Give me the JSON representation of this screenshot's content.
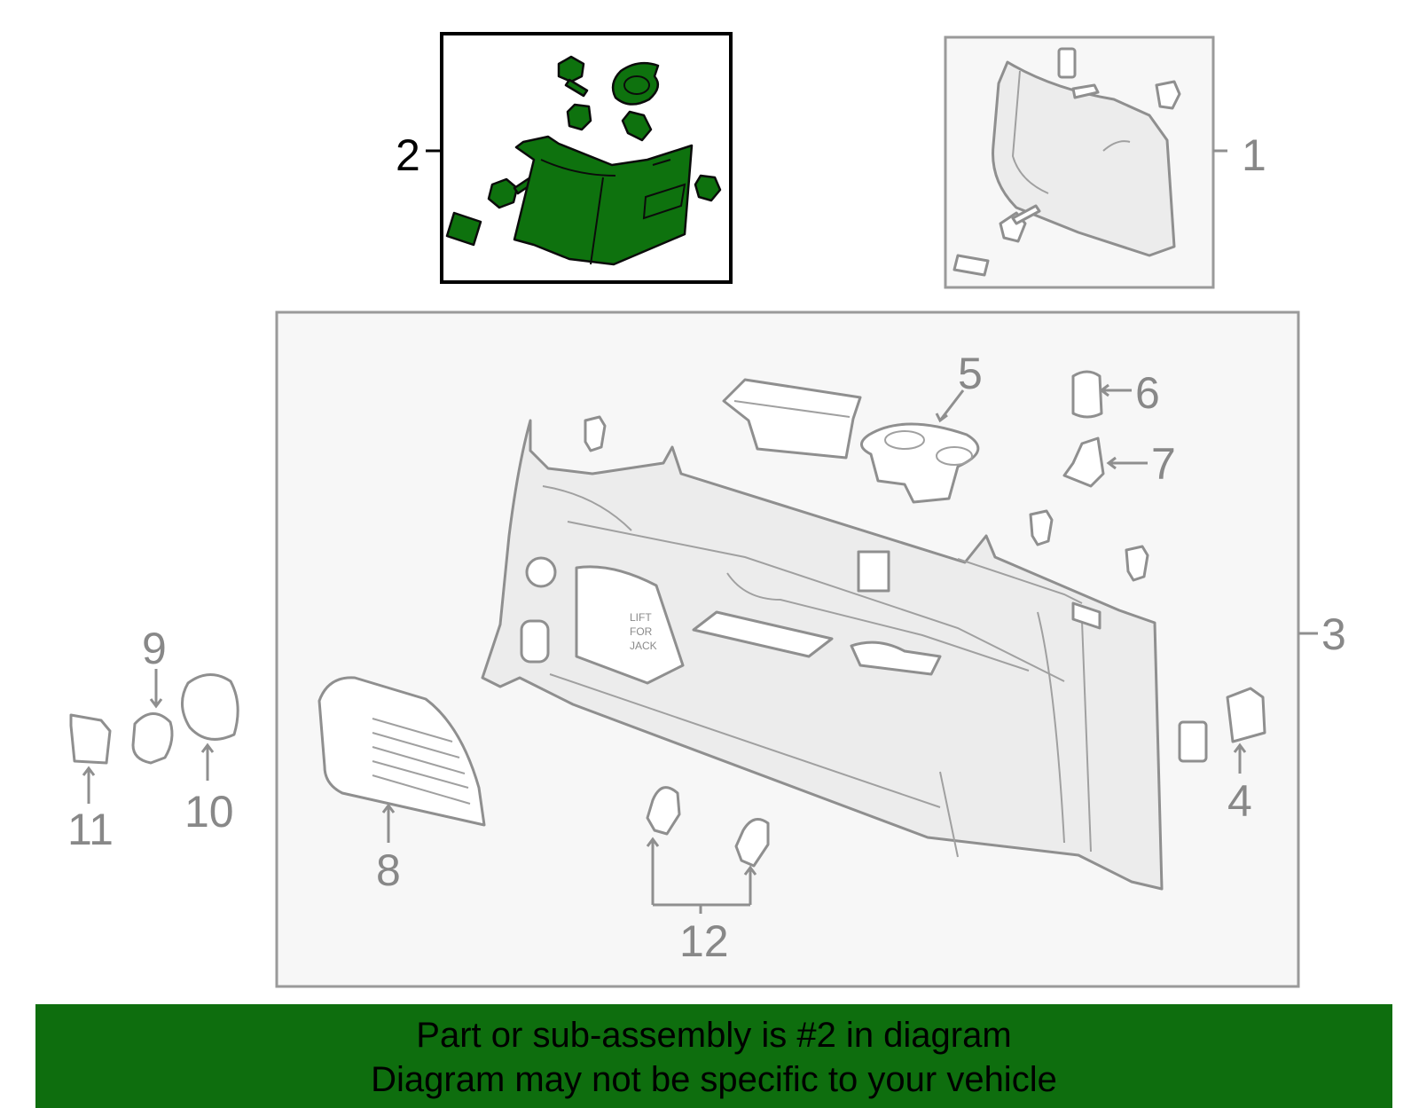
{
  "diagram": {
    "callouts": [
      {
        "id": "1",
        "label": "1"
      },
      {
        "id": "2",
        "label": "2"
      },
      {
        "id": "3",
        "label": "3"
      },
      {
        "id": "4",
        "label": "4"
      },
      {
        "id": "5",
        "label": "5"
      },
      {
        "id": "6",
        "label": "6"
      },
      {
        "id": "7",
        "label": "7"
      },
      {
        "id": "8",
        "label": "8"
      },
      {
        "id": "9",
        "label": "9"
      },
      {
        "id": "10",
        "label": "10"
      },
      {
        "id": "11",
        "label": "11"
      },
      {
        "id": "12",
        "label": "12"
      }
    ],
    "highlighted_part": "2",
    "panel_text": [
      "LIFT",
      "FOR",
      "JACK"
    ],
    "colors": {
      "highlight": "#0e720e",
      "banner": "#0e6e0e",
      "outline": "#8f8f8f"
    }
  },
  "banner": {
    "line1": "Part or sub-assembly is #2 in diagram",
    "line2": "Diagram may not be specific to your vehicle"
  }
}
